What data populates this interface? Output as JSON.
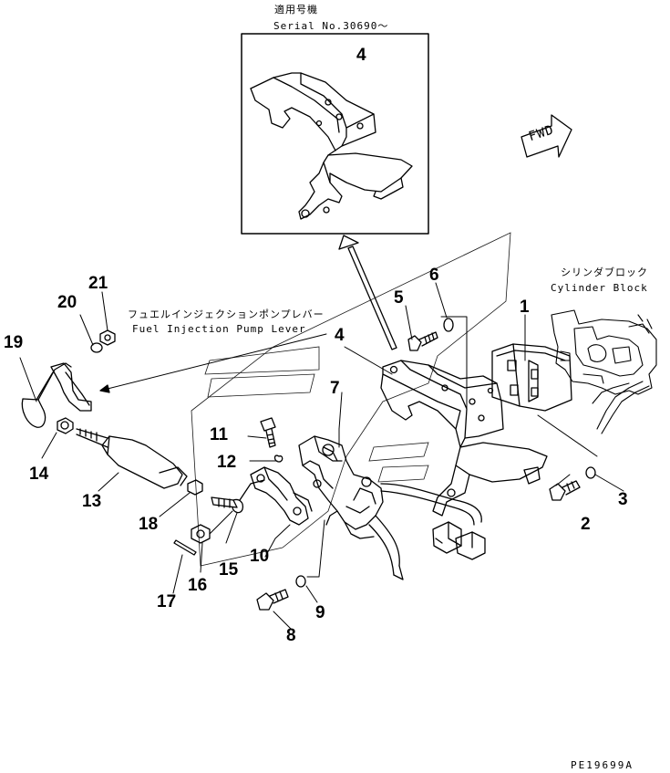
{
  "inset": {
    "title_jp": "適用号機",
    "serial": "Serial No.30690～",
    "part_label": "4"
  },
  "fwd_sign": "FWD",
  "labels": {
    "fuel_lever_jp": "フュエルインジェクションポンプレバー",
    "fuel_lever_en": "Fuel Injection Pump Lever",
    "cylinder_block_jp": "シリンダブロック",
    "cylinder_block_en": "Cylinder Block"
  },
  "callouts": {
    "c1": "1",
    "c2": "2",
    "c3": "3",
    "c4": "4",
    "c5": "5",
    "c6": "6",
    "c7": "7",
    "c8": "8",
    "c9": "9",
    "c10": "10",
    "c11": "11",
    "c12": "12",
    "c13": "13",
    "c14": "14",
    "c15": "15",
    "c16": "16",
    "c17": "17",
    "c18": "18",
    "c19": "19",
    "c20": "20",
    "c21": "21"
  },
  "drawing_code": "PE19699A"
}
